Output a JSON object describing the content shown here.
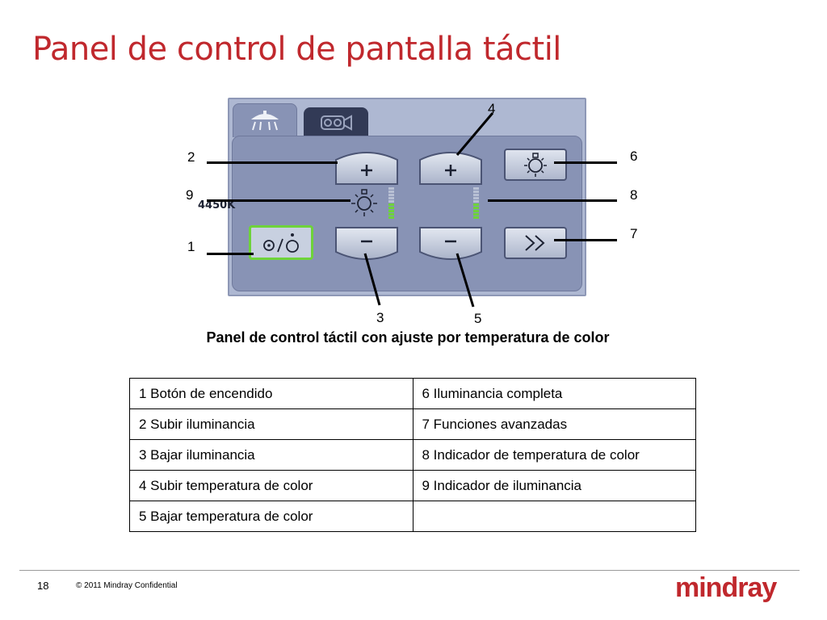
{
  "slide": {
    "title": "Panel de control de pantalla táctil",
    "caption": "Panel de control táctil con ajuste por temperatura de color"
  },
  "device": {
    "tabs": [
      {
        "icon": "surgical-light-icon",
        "selected": true
      },
      {
        "icon": "camera-icon",
        "selected": false
      }
    ],
    "temperature_readout": "4450K",
    "illuminance_level": 0.45,
    "temperature_level": 0.5,
    "buttons": {
      "power": {
        "icon": "power-standby-icon"
      },
      "illuminance_up": {
        "icon": "plus-icon"
      },
      "illuminance_down": {
        "icon": "minus-icon"
      },
      "temperature_up": {
        "icon": "plus-icon"
      },
      "temperature_down": {
        "icon": "minus-icon"
      },
      "full_illuminance": {
        "icon": "lamp-icon"
      },
      "advanced": {
        "icon": "double-chevron-right-icon"
      }
    },
    "illuminance_indicator_icon": "sun-icon",
    "accent_colors": {
      "panel": "#8893b5",
      "frame": "#aeb8d2",
      "level_green": "#6ed33a",
      "power_border": "#6ed33a"
    }
  },
  "callouts": [
    "1",
    "2",
    "3",
    "4",
    "5",
    "6",
    "7",
    "8",
    "9"
  ],
  "legend": {
    "rows": [
      [
        "1 Botón de encendido",
        "6 Iluminancia completa"
      ],
      [
        "2 Subir iluminancia",
        "7 Funciones avanzadas"
      ],
      [
        "3 Bajar iluminancia",
        "8 Indicador de temperatura de color"
      ],
      [
        "4 Subir temperatura de color",
        "9 Indicador de iluminancia"
      ],
      [
        "5 Bajar temperatura de color",
        ""
      ]
    ]
  },
  "footer": {
    "page_number": "18",
    "copyright": "© 2011 Mindray Confidential",
    "logo_text": "mindray",
    "brand_color": "#c0282d"
  }
}
